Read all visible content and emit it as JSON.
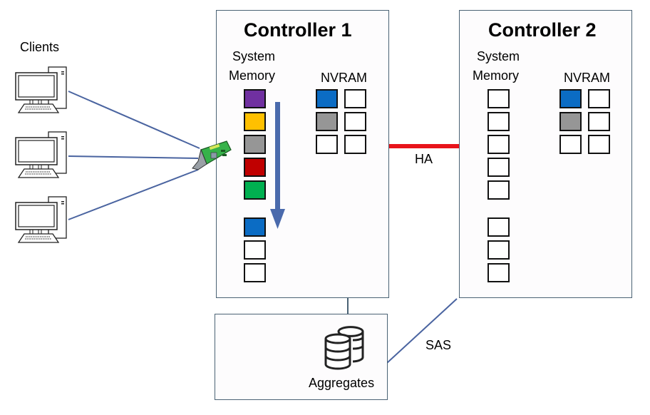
{
  "clients": {
    "label": "Clients",
    "count": 3
  },
  "controller1": {
    "title": "Controller 1",
    "system_memory_label_line1": "System",
    "system_memory_label_line2": "Memory",
    "nvram_label": "NVRAM",
    "system_memory_cells_top": [
      "#7030a0",
      "#ffc000",
      "#969696",
      "#c00000",
      "#00b050"
    ],
    "system_memory_cells_bottom": [
      "#0b6cc4",
      "#ffffff",
      "#ffffff"
    ],
    "nvram_cells": [
      [
        "#0b6cc4",
        "#ffffff"
      ],
      [
        "#969696",
        "#ffffff"
      ],
      [
        "#ffffff",
        "#ffffff"
      ]
    ]
  },
  "controller2": {
    "title": "Controller 2",
    "system_memory_label_line1": "System",
    "system_memory_label_line2": "Memory",
    "nvram_label": "NVRAM",
    "system_memory_cells_top": [
      "#ffffff",
      "#ffffff",
      "#ffffff",
      "#ffffff",
      "#ffffff"
    ],
    "system_memory_cells_bottom": [
      "#ffffff",
      "#ffffff",
      "#ffffff"
    ],
    "nvram_cells": [
      [
        "#0b6cc4",
        "#ffffff"
      ],
      [
        "#969696",
        "#ffffff"
      ],
      [
        "#ffffff",
        "#ffffff"
      ]
    ]
  },
  "links": {
    "ha_label": "HA",
    "sas_label": "SAS",
    "ha_color": "#e8141b",
    "line_color": "#4a64a0",
    "arrow_color": "#4a6aac"
  },
  "aggregates": {
    "label": "Aggregates",
    "icon": "database-icon"
  },
  "icons": {
    "client": "desktop-computer-icon",
    "nic": "network-card-icon"
  }
}
